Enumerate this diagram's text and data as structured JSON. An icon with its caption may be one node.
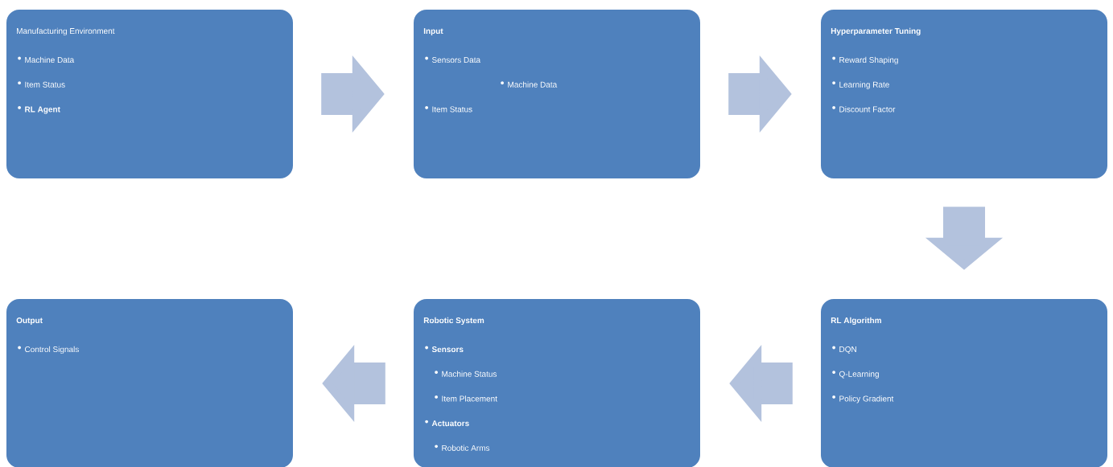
{
  "diagram": {
    "nodes": [
      {
        "text": [
          "Manufacturing Environment",
          "Machine Data",
          "Item Status",
          "RL Agent"
        ]
      },
      {
        "text": [
          "Input",
          "Sensors Data",
          "Machine Data",
          "Item Status"
        ]
      },
      {
        "text": [
          "Hyperparameter Tuning",
          "Reward Shaping",
          "Learning Rate",
          "Discount Factor"
        ]
      },
      {
        "text": [
          "Output",
          "Control Signals"
        ]
      },
      {
        "text": [
          "Robotic System",
          "Sensors",
          "Machine Status",
          "Item Placement",
          "Actuators",
          "Robotic Arms"
        ]
      },
      {
        "text": [
          "RL Algorithm",
          "DQN",
          "Q-Learning",
          "Policy Gradient"
        ]
      }
    ],
    "edges": [
      {
        "from": 0,
        "to": 1,
        "arrow": "to"
      },
      {
        "from": 1,
        "to": 2,
        "arrow": "to"
      },
      {
        "from": 2,
        "to": 5,
        "arrow": "to"
      },
      {
        "from": 5,
        "to": 4,
        "arrow": "to"
      },
      {
        "from": 4,
        "to": 3,
        "arrow": "to"
      }
    ]
  }
}
